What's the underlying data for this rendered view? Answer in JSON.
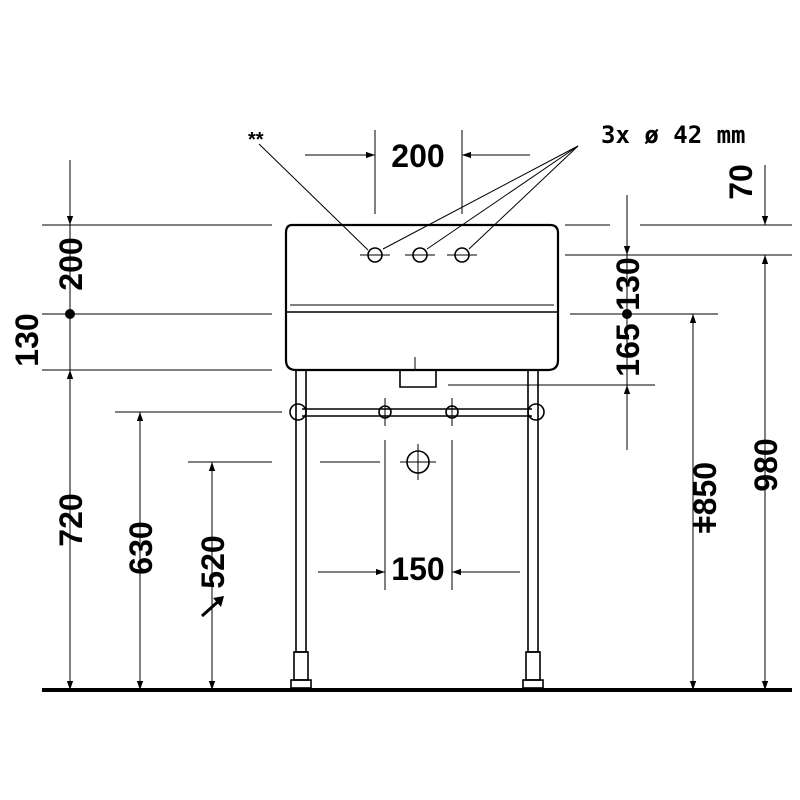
{
  "drawing": {
    "note_marker": "**",
    "holes_label": "3x ø 42 mm",
    "dims": {
      "tap_spacing": "200",
      "waste_spacing": "150",
      "top_offset": "70",
      "upper_height": "200",
      "overflow_height": "130",
      "overflow_height_right": "130",
      "basin_depth_left": "130",
      "rim_to_drain": "165",
      "floor_to_underside": "720",
      "floor_to_rail": "630",
      "floor_to_waste": "520",
      "floor_to_rim": "ǂ850",
      "total_height": "980"
    }
  }
}
